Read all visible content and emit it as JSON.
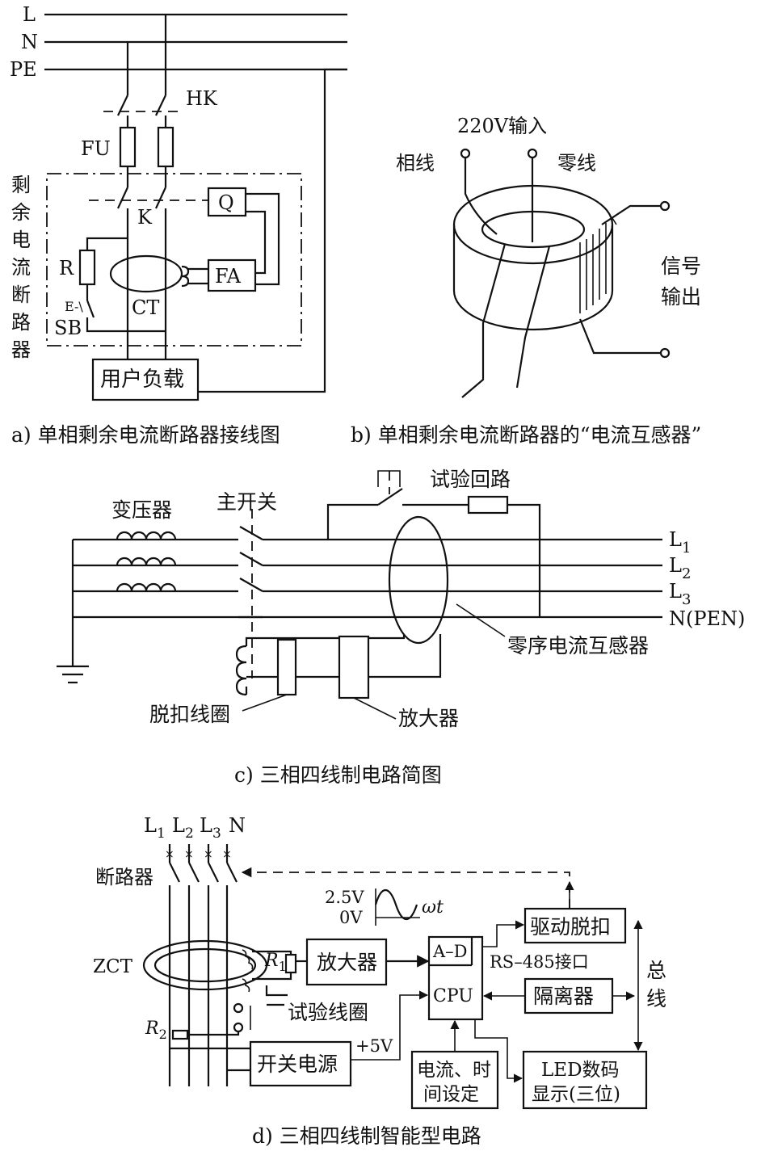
{
  "panel_a": {
    "line_L": "L",
    "line_N": "N",
    "line_PE": "PE",
    "switch_HK": "HK",
    "fuse_FU": "FU",
    "breaker_label": [
      "剩",
      "余",
      "电",
      "流",
      "断",
      "路",
      "器"
    ],
    "contact_K": "K",
    "block_Q": "Q",
    "resistor_R": "R",
    "block_FA": "FA",
    "sensor_CT": "CT",
    "button_SB": "SB",
    "button_mark": "E-\\",
    "load": "用户负载",
    "caption": "a) 单相剩余电流断路器接线图"
  },
  "panel_b": {
    "input": "220V输入",
    "phase": "相线",
    "neutral": "零线",
    "signal_line1": "信号",
    "signal_line2": "输出",
    "caption": "b) 单相剩余电流断路器的“电流互感器”"
  },
  "panel_c": {
    "transformer": "变压器",
    "main_switch": "主开关",
    "test_loop": "试验回路",
    "L1": "L",
    "L1_sub": "1",
    "L2": "L",
    "L2_sub": "2",
    "L3": "L",
    "L3_sub": "3",
    "N_PEN": "N(PEN)",
    "zero_ct": "零序电流互感器",
    "trip_coil": "脱扣线圈",
    "amplifier": "放大器",
    "caption": "c) 三相四线制电路简图"
  },
  "panel_d": {
    "L1": "L",
    "L1_sub": "1",
    "L2": "L",
    "L2_sub": "2",
    "L3": "L",
    "L3_sub": "3",
    "N": "N",
    "breaker": "断路器",
    "v25": "2.5V",
    "v0": "0V",
    "omega_t": "ωt",
    "drive_trip": "驱动脱扣",
    "zct": "ZCT",
    "r1": "R",
    "r1_sub": "1",
    "amplifier": "放大器",
    "ad": "A–D",
    "rs485": "RS–485接口",
    "bus1": "总",
    "bus2": "线",
    "cpu": "CPU",
    "isolator": "隔离器",
    "test_coil": "试验线圈",
    "r2": "R",
    "r2_sub": "2",
    "plus5v": "+5V",
    "switch_psu": "开关电源",
    "setting_line1": "电流、时",
    "setting_line2": "间设定",
    "led_line1": "LED数码",
    "led_line2": "显示(三位)",
    "caption": "d) 三相四线制智能型电路"
  }
}
